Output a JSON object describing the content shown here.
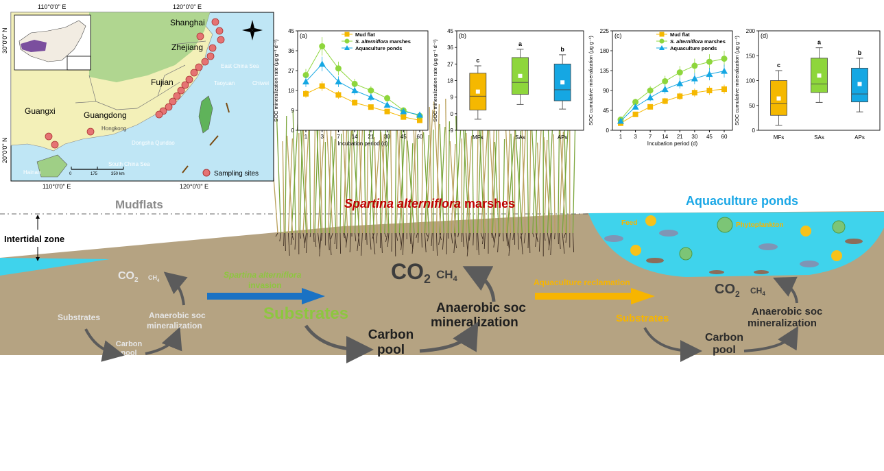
{
  "map": {
    "lon_labels_top": [
      "110°0'0\" E",
      "120°0'0\" E"
    ],
    "lon_labels_bottom": [
      "110°0'0\" E",
      "120°0'0\" E"
    ],
    "lat_labels": [
      "30°0'0\" N",
      "20°0'0\" N"
    ],
    "place_labels": [
      "Shanghai",
      "Zhejiang",
      "Fujian",
      "Guangxi",
      "Guangdong",
      "Hongkong",
      "East China Sea",
      "Taoyuan",
      "Chiwei",
      "Dongsha Qundao",
      "Hainan",
      "South China Sea"
    ],
    "scale_labels": [
      "0",
      "175",
      "350 km"
    ],
    "legend_label": "Sampling sites",
    "site_color": "#e57373"
  },
  "panels": {
    "a": {
      "tag": "(a)",
      "ylabel": "SOC mineralization rate (μg g⁻¹ d⁻¹)",
      "xlabel": "Incubation period (d)",
      "yticks": [
        "0",
        "9",
        "18",
        "27",
        "36",
        "45"
      ],
      "xticks": [
        "1",
        "3",
        "7",
        "14",
        "21",
        "30",
        "45",
        "60"
      ],
      "legend": [
        "Mud flat",
        "S. alterniflora marshes",
        "Aquaculture ponds"
      ]
    },
    "b": {
      "tag": "(b)",
      "ylabel": "SOC mineralization rate (μg g⁻¹ d⁻¹)",
      "yticks": [
        "-9",
        "0",
        "9",
        "18",
        "27",
        "36",
        "45"
      ],
      "xticks": [
        "MFs",
        "SAs",
        "APs"
      ],
      "letters": [
        "c",
        "a",
        "b"
      ]
    },
    "c": {
      "tag": "(c)",
      "ylabel": "SOC cumulative mineralization (μg g⁻¹)",
      "xlabel": "Incubation period (d)",
      "yticks": [
        "0",
        "45",
        "90",
        "135",
        "180",
        "225"
      ],
      "xticks": [
        "1",
        "3",
        "7",
        "14",
        "21",
        "30",
        "45",
        "60"
      ],
      "legend": [
        "Mud flat",
        "S. alterniflora marshes",
        "Aquaculture ponds"
      ]
    },
    "d": {
      "tag": "(d)",
      "ylabel": "SOC cumulative mineralization (μg g⁻¹)",
      "yticks": [
        "0",
        "50",
        "100",
        "150",
        "200"
      ],
      "xticks": [
        "MFs",
        "SAs",
        "APs"
      ],
      "letters": [
        "c",
        "a",
        "b"
      ]
    }
  },
  "chart_data": [
    {
      "type": "line",
      "x": [
        1,
        3,
        7,
        14,
        21,
        30,
        45,
        60
      ],
      "ylim": [
        0,
        45
      ],
      "series": [
        {
          "name": "Mud flat",
          "values": [
            16.5,
            20,
            16,
            12.5,
            10.5,
            8.5,
            6,
            4.5
          ],
          "color": "#f5b800"
        },
        {
          "name": "S. alterniflora marshes",
          "values": [
            25,
            38,
            28,
            21,
            18,
            14.5,
            9,
            6.5
          ],
          "color": "#8ed63c"
        },
        {
          "name": "Aquaculture ponds",
          "values": [
            22,
            30,
            22,
            18,
            15,
            11.5,
            8.5,
            7
          ],
          "color": "#15a7e3"
        }
      ]
    },
    {
      "type": "bar",
      "categories": [
        "MFs",
        "SAs",
        "APs"
      ],
      "ylim": [
        -9,
        45
      ],
      "boxes": [
        {
          "min": -3,
          "q1": 2,
          "median": 9.5,
          "mean": 12,
          "q3": 22,
          "max": 26,
          "color": "#f5b800"
        },
        {
          "min": 5,
          "q1": 10.5,
          "median": 17,
          "mean": 20.5,
          "q3": 30.5,
          "max": 35,
          "color": "#8ed63c"
        },
        {
          "min": 2.5,
          "q1": 7,
          "median": 13,
          "mean": 17,
          "q3": 27,
          "max": 32,
          "color": "#15a7e3"
        }
      ]
    },
    {
      "type": "line",
      "x": [
        1,
        3,
        7,
        14,
        21,
        30,
        45,
        60
      ],
      "ylim": [
        0,
        225
      ],
      "series": [
        {
          "name": "Mud flat",
          "values": [
            16,
            36,
            53,
            66,
            77,
            85,
            90,
            93
          ],
          "color": "#f5b800"
        },
        {
          "name": "S. alterniflora marshes",
          "values": [
            24,
            64,
            90,
            111,
            131,
            146,
            155,
            162
          ],
          "color": "#8ed63c"
        },
        {
          "name": "Aquaculture ponds",
          "values": [
            21,
            53,
            74,
            93,
            106,
            117,
            127,
            134
          ],
          "color": "#15a7e3"
        }
      ]
    },
    {
      "type": "bar",
      "categories": [
        "MFs",
        "SAs",
        "APs"
      ],
      "ylim": [
        0,
        200
      ],
      "boxes": [
        {
          "min": 10,
          "q1": 30,
          "median": 54,
          "mean": 64,
          "q3": 100,
          "max": 120,
          "color": "#f5b800"
        },
        {
          "min": 56,
          "q1": 76,
          "median": 93,
          "mean": 110,
          "q3": 145,
          "max": 166,
          "color": "#8ed63c"
        },
        {
          "min": 37,
          "q1": 57,
          "median": 73,
          "mean": 93,
          "q3": 125,
          "max": 145,
          "color": "#15a7e3"
        }
      ]
    }
  ],
  "scene": {
    "mudflats_label": "Mudflats",
    "marsh_label_italic": "Spartina alterniflora",
    "marsh_label_rest": " marshes",
    "ponds_label": "Aquaculture ponds",
    "intertidal_label": "Intertidal zone",
    "invasion_label_1": "Spartina alterniflora",
    "invasion_label_2": "invasion",
    "reclamation_label": "Aquaculture reclamation",
    "feed_label": "Feed",
    "phyto_label": "Phytoplankton",
    "left_cycle": {
      "co2": "CO",
      "co2_sub": "2",
      "ch4": "CH",
      "ch4_sub": "4",
      "substrates": "Substrates",
      "anaerobic_1": "Anaerobic soc",
      "anaerobic_2": "mineralization",
      "carbon_1": "Carbon",
      "carbon_2": "pool"
    },
    "mid_cycle": {
      "co2": "CO",
      "co2_sub": "2",
      "ch4": "CH",
      "ch4_sub": "4",
      "substrates": "Substrates",
      "anaerobic_1": "Anaerobic soc",
      "anaerobic_2": "mineralization",
      "carbon_1": "Carbon",
      "carbon_2": "pool"
    },
    "right_cycle": {
      "co2": "CO",
      "co2_sub": "2",
      "ch4": "CH",
      "ch4_sub": "4",
      "substrates": "Substrates",
      "anaerobic_1": "Anaerobic soc",
      "anaerobic_2": "mineralization",
      "carbon_1": "Carbon",
      "carbon_2": "pool"
    },
    "colors": {
      "soil": "#b5a382",
      "water": "#3fd3ec",
      "arrow_blue": "#1a72c4",
      "arrow_yellow": "#f7b500",
      "green_text": "#8dc63f",
      "orange_text": "#f7b500",
      "red_text": "#c00000",
      "sky_text": "#1aa7e6"
    }
  }
}
